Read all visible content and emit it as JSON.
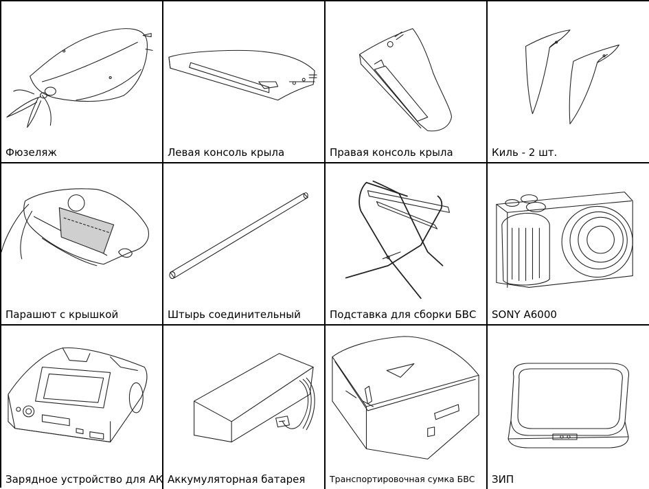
{
  "items": [
    {
      "label": "Фюзеляж",
      "icon": "fuselage-icon"
    },
    {
      "label": "Левая консоль крыла",
      "icon": "left-wing-icon"
    },
    {
      "label": "Правая консоль крыла",
      "icon": "right-wing-icon"
    },
    {
      "label": "Киль - 2 шт.",
      "icon": "fin-icon"
    },
    {
      "label": "Парашют с крышкой",
      "icon": "parachute-icon"
    },
    {
      "label": "Штырь соединительный",
      "icon": "connecting-rod-icon"
    },
    {
      "label": "Подставка для сборки БВС",
      "icon": "assembly-stand-icon"
    },
    {
      "label": "SONY A6000",
      "icon": "camera-icon"
    },
    {
      "label": "Зарядное устройство для АКБ",
      "icon": "charger-icon"
    },
    {
      "label": "Аккумуляторная батарея",
      "icon": "battery-icon"
    },
    {
      "label": "Транспортировочная сумка БВС",
      "icon": "transport-bag-icon"
    },
    {
      "label": "ЗИП",
      "icon": "spare-parts-case-icon"
    }
  ]
}
